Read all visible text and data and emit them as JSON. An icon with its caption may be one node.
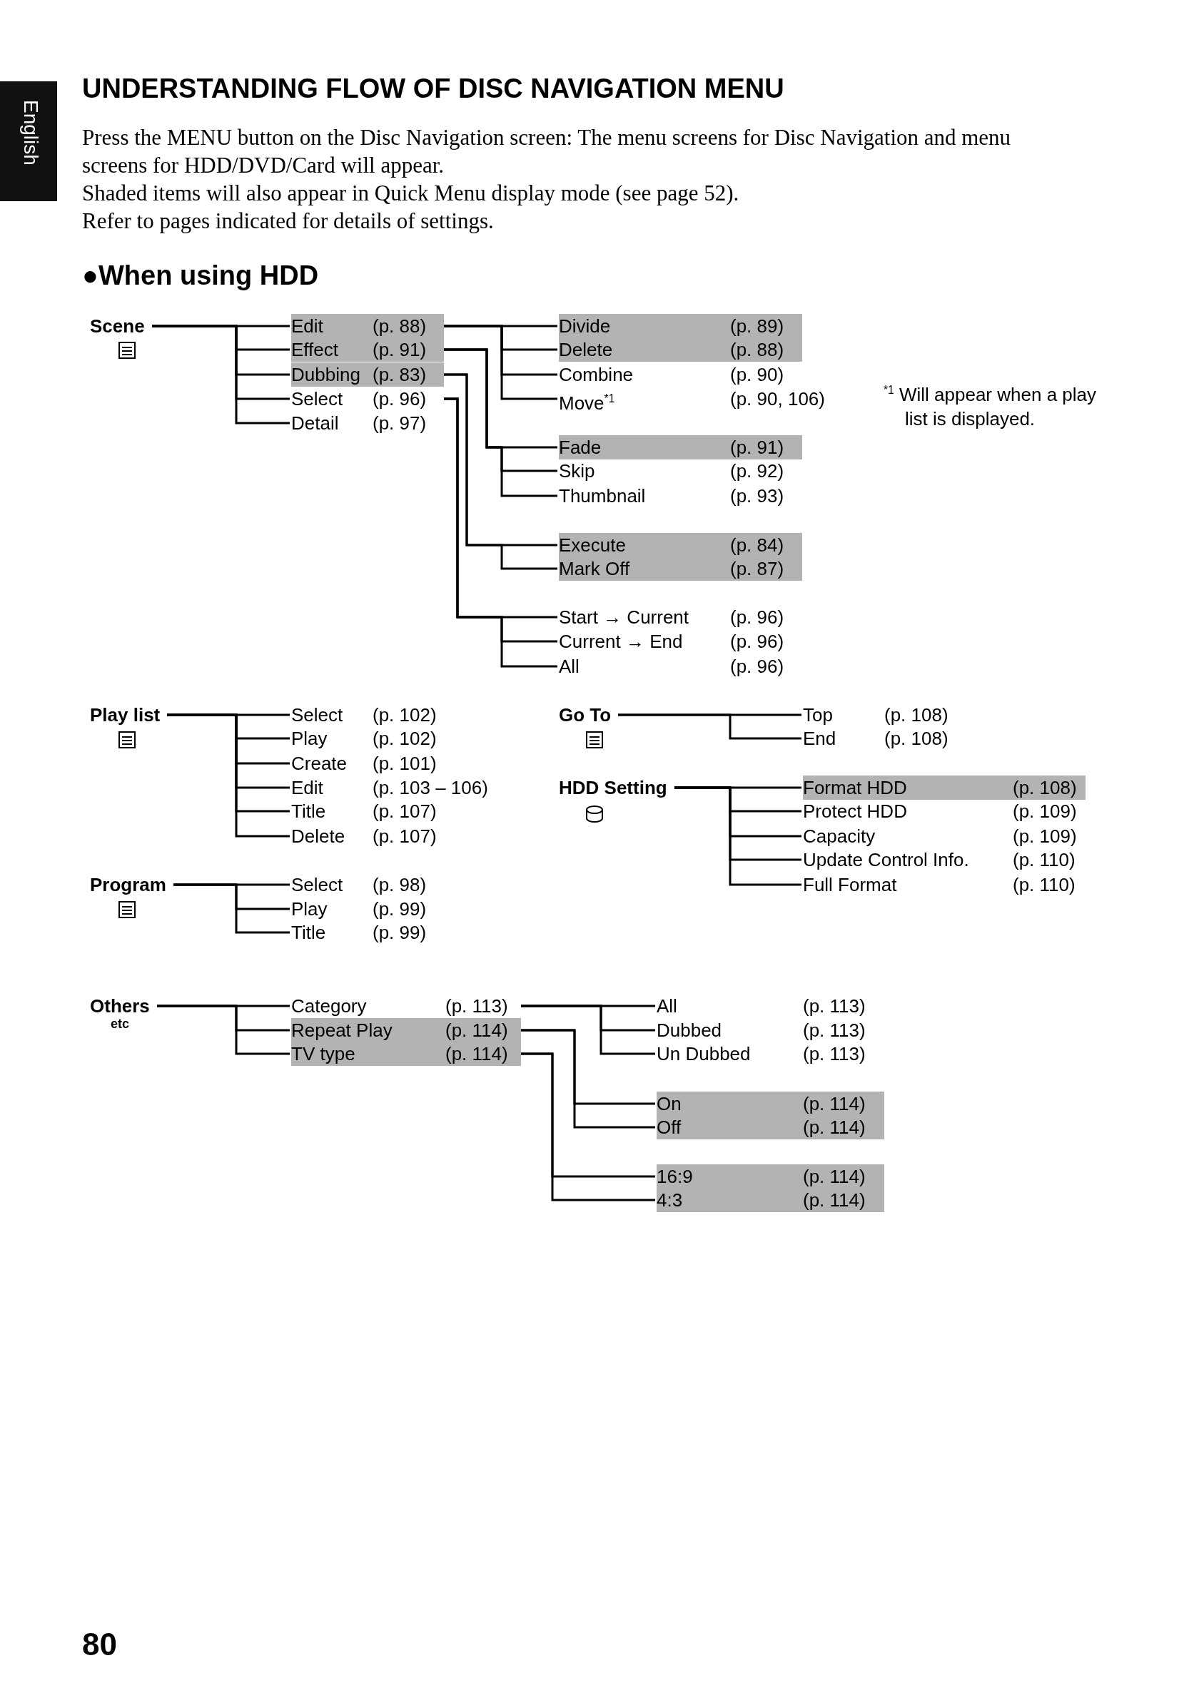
{
  "diagram": {
    "title": "UNDERSTANDING FLOW OF DISC NAVIGATION MENU",
    "nodes": [
      {
        "text": [
          "Scene"
        ]
      },
      {
        "text": [
          "Edit",
          "(p. 88)"
        ]
      },
      {
        "text": [
          "Effect",
          "(p. 91)"
        ]
      },
      {
        "text": [
          "Dubbing",
          "(p. 83)"
        ]
      },
      {
        "text": [
          "Select",
          "(p. 96)"
        ]
      },
      {
        "text": [
          "Detail",
          "(p. 97)"
        ]
      },
      {
        "text": [
          "Divide",
          "(p. 89)"
        ]
      },
      {
        "text": [
          "Delete",
          "(p. 88)"
        ]
      },
      {
        "text": [
          "Combine",
          "(p. 90)"
        ]
      },
      {
        "text": [
          "Move$^{*1}$",
          "(p. 90, 106)"
        ]
      },
      {
        "text": [
          "Fade",
          "(p. 91)"
        ]
      },
      {
        "text": [
          "Skip",
          "(p. 92)"
        ]
      },
      {
        "text": [
          "Thumbnail",
          "(p. 93)"
        ]
      },
      {
        "text": [
          "Execute",
          "(p. 84)"
        ]
      },
      {
        "text": [
          "Mark Off",
          "(p. 87)"
        ]
      },
      {
        "text": [
          "Start → Current",
          "(p. 96)"
        ]
      },
      {
        "text": [
          "Current → End",
          "(p. 96)"
        ]
      },
      {
        "text": [
          "All",
          "(p. 96)"
        ]
      },
      {
        "text": [
          "Play list"
        ]
      },
      {
        "text": [
          "Select",
          "(p. 102)"
        ]
      },
      {
        "text": [
          "Play",
          "(p. 102)"
        ]
      },
      {
        "text": [
          "Create",
          "(p. 101)"
        ]
      },
      {
        "text": [
          "Edit",
          "(p. 103 – 106)"
        ]
      },
      {
        "text": [
          "Title",
          "(p. 107)"
        ]
      },
      {
        "text": [
          "Delete",
          "(p. 107)"
        ]
      },
      {
        "text": [
          "Program"
        ]
      },
      {
        "text": [
          "Select",
          "(p. 98)"
        ]
      },
      {
        "text": [
          "Play",
          "(p. 99)"
        ]
      },
      {
        "text": [
          "Title",
          "(p. 99)"
        ]
      },
      {
        "text": [
          "Go To"
        ]
      },
      {
        "text": [
          "Top",
          "(p. 108)"
        ]
      },
      {
        "text": [
          "End",
          "(p. 108)"
        ]
      },
      {
        "text": [
          "HDD Setting"
        ]
      },
      {
        "text": [
          "Format HDD",
          "(p. 108)"
        ]
      },
      {
        "text": [
          "Protect HDD",
          "(p. 109)"
        ]
      },
      {
        "text": [
          "Capacity",
          "(p. 109)"
        ]
      },
      {
        "text": [
          "Update Control Info.",
          "(p. 110)"
        ]
      },
      {
        "text": [
          "Full Format",
          "(p. 110)"
        ]
      },
      {
        "text": [
          "Others",
          "etc"
        ]
      },
      {
        "text": [
          "Category",
          "(p. 113)"
        ]
      },
      {
        "text": [
          "Repeat Play",
          "(p. 114)"
        ]
      },
      {
        "text": [
          "TV type",
          "(p. 114)"
        ]
      },
      {
        "text": [
          "All",
          "(p. 113)"
        ]
      },
      {
        "text": [
          "Dubbed",
          "(p. 113)"
        ]
      },
      {
        "text": [
          "Un Dubbed",
          "(p. 113)"
        ]
      },
      {
        "text": [
          "On",
          "(p. 114)"
        ]
      },
      {
        "text": [
          "Off",
          "(p. 114)"
        ]
      },
      {
        "text": [
          "16:9",
          "(p. 114)"
        ]
      },
      {
        "text": [
          "4:3",
          "(p. 114)"
        ]
      }
    ],
    "edges": [
      {
        "from": 0,
        "to": 1,
        "arrow": "none"
      },
      {
        "from": 0,
        "to": 2,
        "arrow": "none"
      },
      {
        "from": 0,
        "to": 3,
        "arrow": "none"
      },
      {
        "from": 0,
        "to": 4,
        "arrow": "none"
      },
      {
        "from": 0,
        "to": 5,
        "arrow": "none"
      },
      {
        "from": 1,
        "to": 6,
        "arrow": "none"
      },
      {
        "from": 1,
        "to": 7,
        "arrow": "none"
      },
      {
        "from": 1,
        "to": 8,
        "arrow": "none"
      },
      {
        "from": 1,
        "to": 9,
        "arrow": "none"
      },
      {
        "from": 2,
        "to": 10,
        "arrow": "none"
      },
      {
        "from": 2,
        "to": 11,
        "arrow": "none"
      },
      {
        "from": 2,
        "to": 12,
        "arrow": "none"
      },
      {
        "from": 3,
        "to": 13,
        "arrow": "none"
      },
      {
        "from": 3,
        "to": 14,
        "arrow": "none"
      },
      {
        "from": 4,
        "to": 15,
        "arrow": "none"
      },
      {
        "from": 4,
        "to": 16,
        "arrow": "none"
      },
      {
        "from": 4,
        "to": 17,
        "arrow": "none"
      },
      {
        "from": 18,
        "to": 19,
        "arrow": "none"
      },
      {
        "from": 18,
        "to": 20,
        "arrow": "none"
      },
      {
        "from": 18,
        "to": 21,
        "arrow": "none"
      },
      {
        "from": 18,
        "to": 22,
        "arrow": "none"
      },
      {
        "from": 18,
        "to": 23,
        "arrow": "none"
      },
      {
        "from": 18,
        "to": 24,
        "arrow": "none"
      },
      {
        "from": 25,
        "to": 26,
        "arrow": "none"
      },
      {
        "from": 25,
        "to": 27,
        "arrow": "none"
      },
      {
        "from": 25,
        "to": 28,
        "arrow": "none"
      },
      {
        "from": 29,
        "to": 30,
        "arrow": "none"
      },
      {
        "from": 29,
        "to": 31,
        "arrow": "none"
      },
      {
        "from": 32,
        "to": 33,
        "arrow": "none"
      },
      {
        "from": 32,
        "to": 34,
        "arrow": "none"
      },
      {
        "from": 32,
        "to": 35,
        "arrow": "none"
      },
      {
        "from": 32,
        "to": 36,
        "arrow": "none"
      },
      {
        "from": 32,
        "to": 37,
        "arrow": "none"
      },
      {
        "from": 38,
        "to": 39,
        "arrow": "none"
      },
      {
        "from": 38,
        "to": 40,
        "arrow": "none"
      },
      {
        "from": 38,
        "to": 41,
        "arrow": "none"
      },
      {
        "from": 39,
        "to": 42,
        "arrow": "none"
      },
      {
        "from": 39,
        "to": 43,
        "arrow": "none"
      },
      {
        "from": 39,
        "to": 44,
        "arrow": "none"
      },
      {
        "from": 40,
        "to": 45,
        "arrow": "none"
      },
      {
        "from": 40,
        "to": 46,
        "arrow": "none"
      },
      {
        "from": 41,
        "to": 47,
        "arrow": "none"
      },
      {
        "from": 41,
        "to": 48,
        "arrow": "none"
      }
    ],
    "labels": [
      "English",
      "Press the MENU button on the Disc Navigation screen: The menu screens for Disc Navigation and menu screens for HDD/DVD/Card will appear.",
      "Shaded items will also appear in Quick Menu display mode (see page 52).",
      "Refer to pages indicated for details of settings.",
      "●When using HDD",
      "$^{*1}$ Will appear when a play list is displayed.",
      "80"
    ]
  }
}
